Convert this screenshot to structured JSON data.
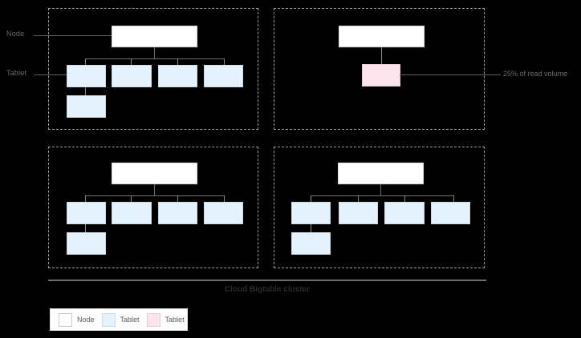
{
  "diagram": {
    "caption": "Cloud Bigtable cluster",
    "side_labels": {
      "node": "Node",
      "tablet": "Tablet"
    },
    "annotations": [
      {
        "text": "25% of read volume"
      }
    ],
    "legend": {
      "items": [
        {
          "label": "Node",
          "color": "#ffffff"
        },
        {
          "label": "Tablet",
          "color": "#e3f2fd"
        },
        {
          "label": "Tablet",
          "color": "#fce4ec"
        }
      ]
    },
    "nodes": [
      {
        "id": "node-1",
        "tablets": 5,
        "highlighted_tablets": 0
      },
      {
        "id": "node-2",
        "tablets": 1,
        "highlighted_tablets": 1
      },
      {
        "id": "node-3",
        "tablets": 5,
        "highlighted_tablets": 0
      },
      {
        "id": "node-4",
        "tablets": 5,
        "highlighted_tablets": 0
      }
    ]
  }
}
